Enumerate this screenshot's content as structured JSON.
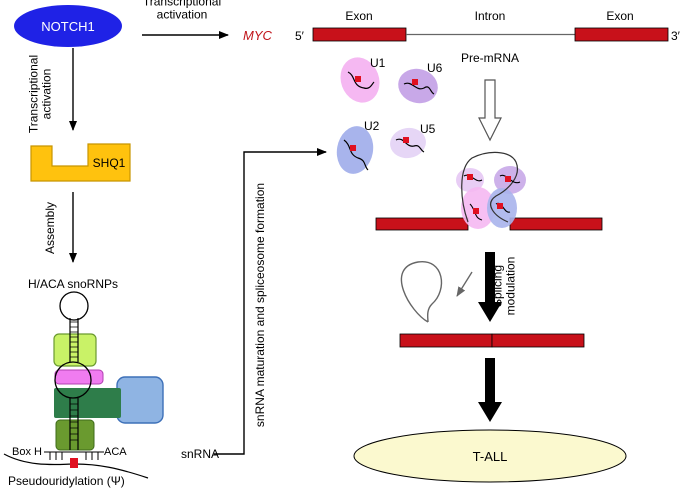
{
  "labels": {
    "notch1": "NOTCH1",
    "transcriptional_activation_top": "Transcriptional\nactivation",
    "myc": "MYC",
    "five_prime": "5′",
    "three_prime": "3′",
    "exon_left": "Exon",
    "intron": "Intron",
    "exon_right": "Exon",
    "pre_mrna": "Pre-mRNA",
    "transcriptional_activation_vertical": "Transcriptional\nactivation",
    "shq1": "SHQ1",
    "assembly": "Assembly",
    "snornps": "H/ACA snoRNPs",
    "box_h": "Box H",
    "aca": "ACA",
    "pseudouridylation": "Pseudouridylation (Ψ)",
    "snrna": "snRNA",
    "snrna_maturation": "snRNA maturation and spliceosome formation",
    "u1": "U1",
    "u6": "U6",
    "u2": "U2",
    "u5": "U5",
    "splicing_modulation": "Splicing\nmodulation",
    "t_all": "T-ALL"
  },
  "colors": {
    "notch1_fill": "#1f22e6",
    "myc_text": "#c0141a",
    "exon_fill": "#c8111a",
    "shq1_fill": "#ffc20e",
    "snrnp_lime": "#c9f267",
    "snrnp_pink": "#f07cf0",
    "snrnp_dark_green": "#2e7d4a",
    "snrnp_blue": "#8fb4e3",
    "snrnp_olive": "#6a9a2f",
    "u1_fill": "#f5b8f2",
    "u6_fill": "#c8a8e8",
    "u2_fill": "#a8b4ec",
    "u5_fill": "#e6d6f6",
    "t_all_fill": "#fbf9cf"
  },
  "icons": [
    "right-arrow-icon",
    "down-arrow-icon",
    "hollow-down-arrow-icon",
    "thick-down-arrow-icon"
  ]
}
